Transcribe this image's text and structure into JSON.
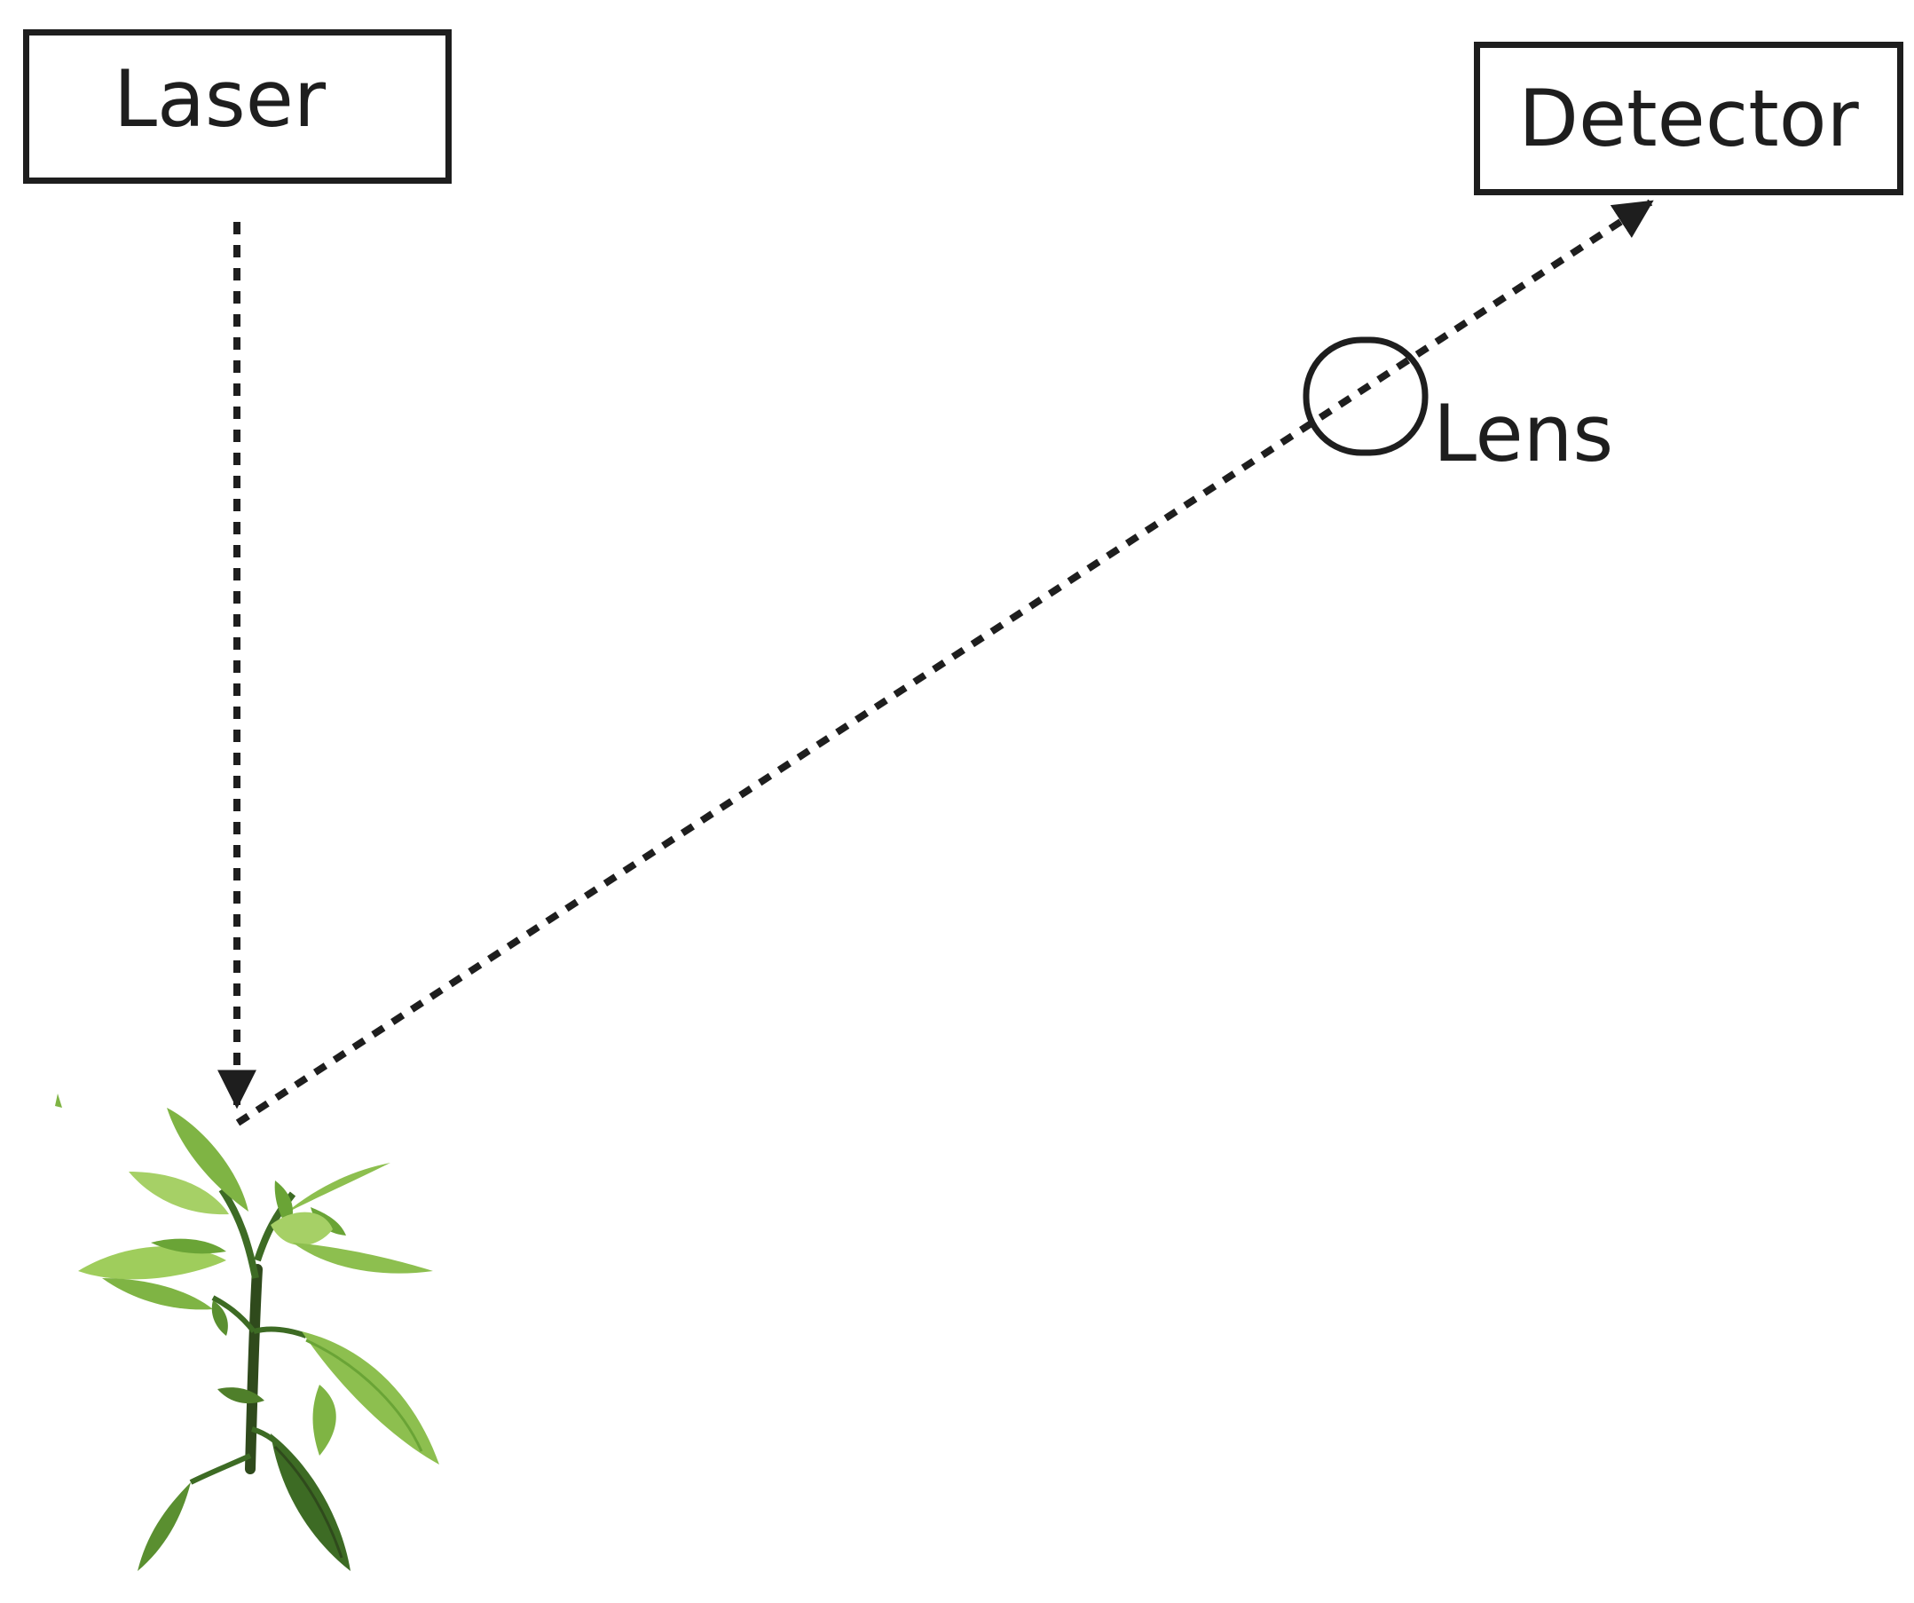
{
  "labels": {
    "laser": "Laser",
    "detector": "Detector",
    "lens": "Lens"
  },
  "colors": {
    "stroke": "#1e1e1e",
    "leaf_light": "#9fcd5c",
    "leaf_mid": "#6aa436",
    "leaf_dark": "#3d6b24",
    "stem": "#2f4a1c"
  },
  "icons": {
    "plant": "pepper-plant-icon",
    "lens": "lens-circle-icon"
  }
}
